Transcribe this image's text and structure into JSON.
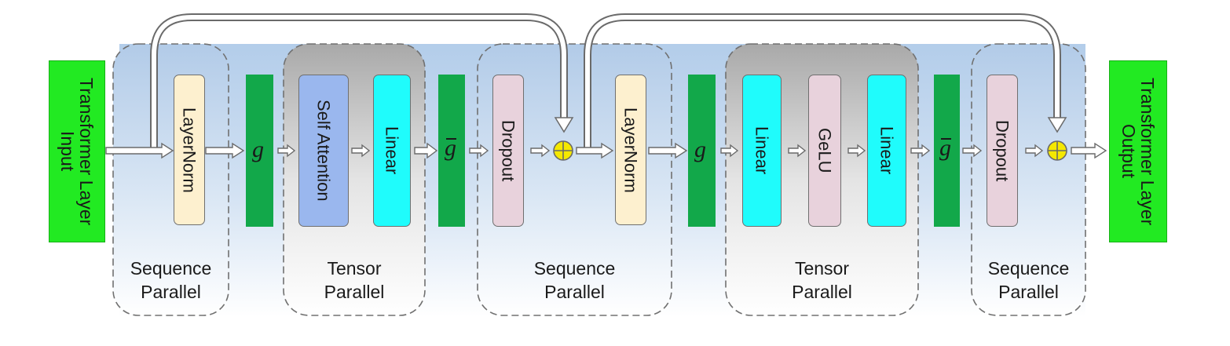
{
  "nodes": {
    "input": "Transformer Layer Input",
    "output": "Transformer Layer Output",
    "layernorm1": "LayerNorm",
    "self_attention": "Self Attention",
    "linear1": "Linear",
    "dropout1": "Dropout",
    "layernorm2": "LayerNorm",
    "linear2": "Linear",
    "gelu": "GeLU",
    "linear3": "Linear",
    "dropout2": "Dropout",
    "g_forward": "g",
    "g_backward": "ḡ"
  },
  "regions": {
    "seq_parallel_1": {
      "line1": "Sequence",
      "line2": "Parallel"
    },
    "tensor_parallel_1": {
      "line1": "Tensor",
      "line2": "Parallel"
    },
    "seq_parallel_2": {
      "line1": "Sequence",
      "line2": "Parallel"
    },
    "tensor_parallel_2": {
      "line1": "Tensor",
      "line2": "Parallel"
    },
    "seq_parallel_3": {
      "line1": "Sequence",
      "line2": "Parallel"
    }
  },
  "colors": {
    "io_green": "#22ea22",
    "g_green": "#12a84a",
    "layernorm": "#fdf0cf",
    "self_attention": "#9ab7ee",
    "linear": "#1ffcfc",
    "dropout_gelu": "#e8d2dc",
    "adder": "#f5e800"
  }
}
